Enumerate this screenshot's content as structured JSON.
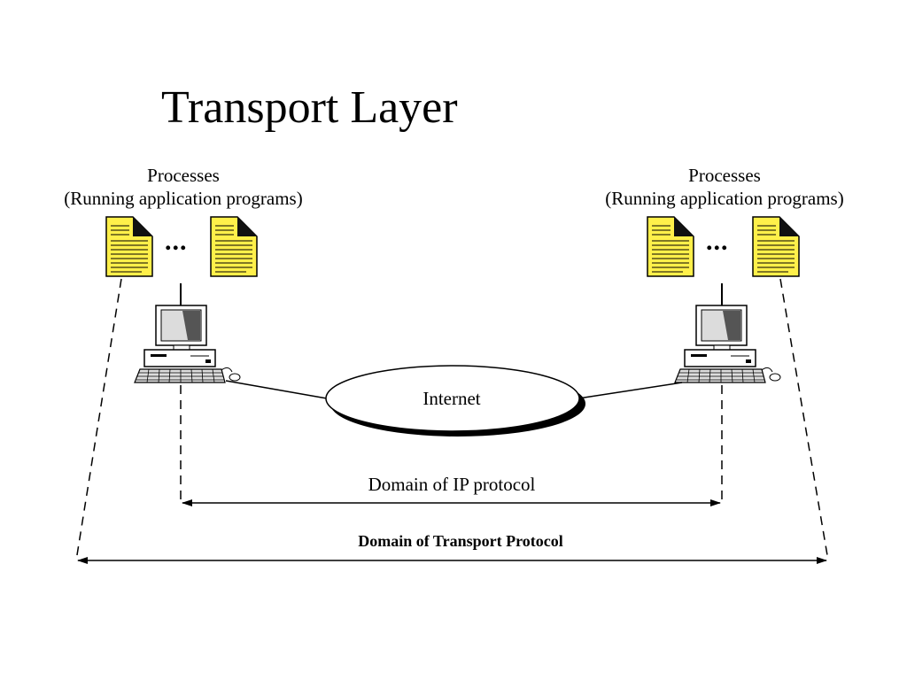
{
  "title": "Transport Layer",
  "left_host": {
    "caption_line1": "Processes",
    "caption_line2": "(Running application programs)",
    "ellipsis": "..."
  },
  "right_host": {
    "caption_line1": "Processes",
    "caption_line2": "(Running application programs)",
    "ellipsis": "..."
  },
  "internet_label": "Internet",
  "ip_domain_label": "Domain of IP protocol",
  "transport_domain_label": "Domain of Transport Protocol",
  "colors": {
    "document_fill": "#fff04a",
    "line": "#000000",
    "cloud_shadow": "#000000"
  }
}
